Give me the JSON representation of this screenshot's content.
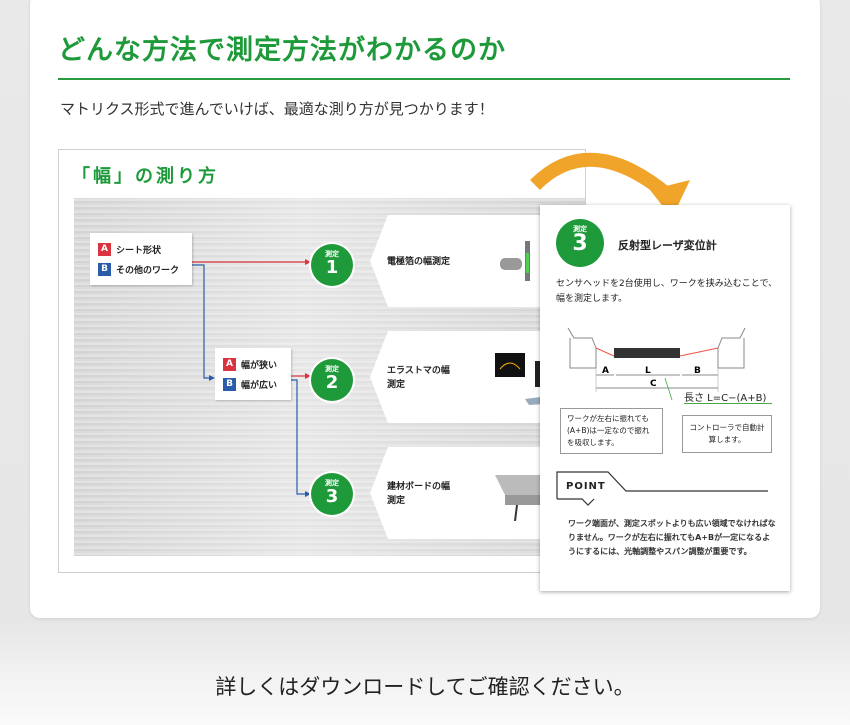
{
  "title": "どんな方法で測定方法がわかるのか",
  "subtitle": "マトリクス形式で進んでいけば、最適な測り方が見つかります！",
  "panel": {
    "heading": "「幅」の測り方",
    "box1": {
      "a_tag": "A",
      "a": "シート形状",
      "b_tag": "B",
      "b": "その他のワーク"
    },
    "box2": {
      "a_tag": "A",
      "a": "幅が狭い",
      "b_tag": "B",
      "b": "幅が広い"
    },
    "measures": [
      {
        "small": "測定",
        "num": "1",
        "label": "電極箔の幅測定"
      },
      {
        "small": "測定",
        "num": "2",
        "label": "エラストマの幅測定"
      },
      {
        "small": "測定",
        "num": "3",
        "label": "建材ボードの幅測定"
      }
    ]
  },
  "detail": {
    "small": "測定",
    "num": "3",
    "title": "反射型レーザ変位計",
    "desc": "センサヘッドを2台使用し、ワークを挟み込むことで、幅を測定します。",
    "dim_a": "A",
    "dim_l": "L",
    "dim_b": "B",
    "dim_c": "C",
    "formula": "長さ L=C−(A+B)",
    "note1": "ワークが左右に振れても(A+B)は一定なので振れを吸収します。",
    "note2": "コントローラで自動計算します。",
    "point_label": "POINT",
    "point_text": "ワーク端面が、測定スポットよりも広い領域でなければなりません。ワークが左右に振れてもA+Bが一定になるようにするには、光軸調整やスパン調整が重要です。"
  },
  "footer": "詳しくはダウンロードしてご確認ください。",
  "colors": {
    "green": "#1f9a3a",
    "red": "#d9343f",
    "blue": "#2a5caa",
    "orange": "#f0a52a"
  }
}
